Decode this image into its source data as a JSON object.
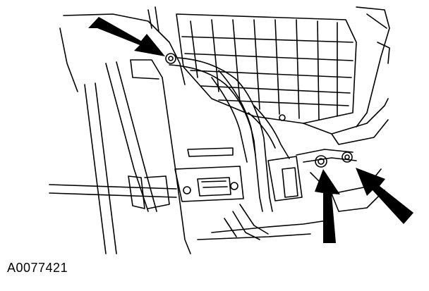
{
  "figure": {
    "id_label": "A0077421",
    "arrows": [
      {
        "name": "callout-arrow-upper-left",
        "points_to": "fastener-upper"
      },
      {
        "name": "callout-arrow-lower-center",
        "points_to": "fastener-lower-left"
      },
      {
        "name": "callout-arrow-lower-right",
        "points_to": "fastener-lower-right"
      }
    ],
    "colors": {
      "line": "#000000",
      "background": "#ffffff",
      "arrow_fill": "#000000"
    }
  }
}
